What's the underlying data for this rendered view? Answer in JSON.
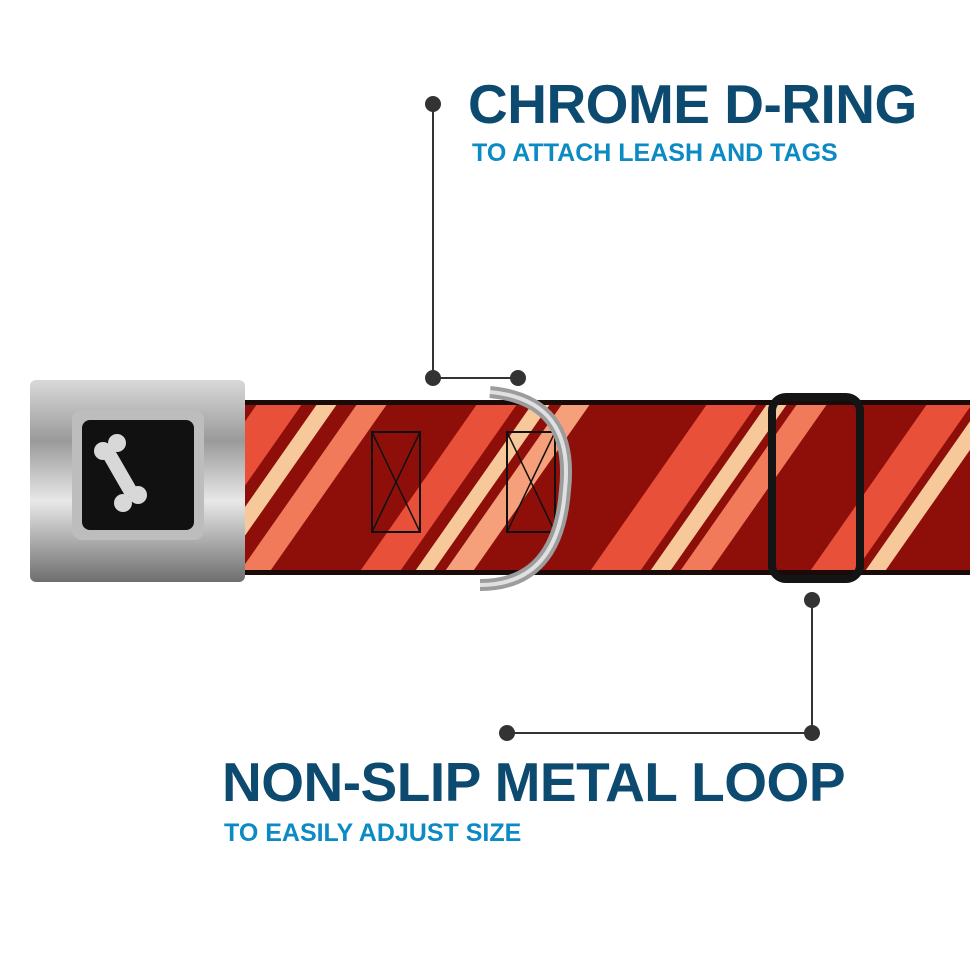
{
  "callouts": [
    {
      "title": "CHROME D-RING",
      "subtitle": "TO ATTACH LEASH AND TAGS"
    },
    {
      "title": "NON-SLIP METAL LOOP",
      "subtitle": "TO EASILY ADJUST SIZE"
    }
  ],
  "colors": {
    "title": "#0c4a70",
    "subtitle": "#0b8ac4",
    "leader": "#333333",
    "band_dark": "#8e0f0a",
    "band_mid": "#e8503a",
    "band_light": "#f7c89a"
  },
  "product": {
    "buckle_icon": "bone-icon"
  }
}
